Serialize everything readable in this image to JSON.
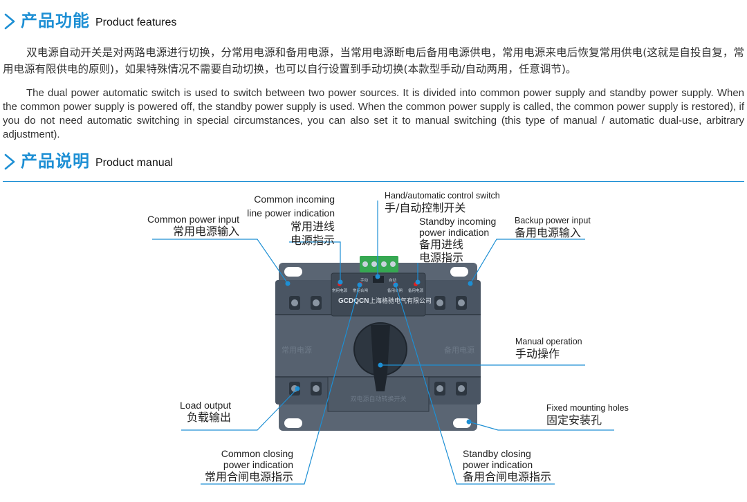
{
  "section1": {
    "title_cn": "产品功能",
    "title_en": "Product features"
  },
  "para_cn": "双电源自动开关是对两路电源进行切换，分常用电源和备用电源，当常用电源断电后备用电源供电，常用电源来电后恢复常用供电(这就是自投自复，常用电源有限供电的原则)，如果特殊情况不需要自动切换，也可以自行设置到手动切换(本款型手动/自动两用，任意调节)。",
  "para_en": "The dual power automatic switch is used to switch between two power sources. It is divided into common power supply and standby power supply. When the common power supply is powered off, the standby power supply is used. When the common power supply is called, the common power supply is restored), if you do not need automatic switching in special circumstances, you can also set it to manual switching (this type of manual / automatic dual-use, arbitrary adjustment).",
  "section2": {
    "title_cn": "产品说明",
    "title_en": "Product manual"
  },
  "labels": {
    "common_input": {
      "en": "Common power input",
      "cn": "常用电源输入"
    },
    "common_incoming": {
      "en1": "Common incoming",
      "en2": "line power indication",
      "cn1": "常用进线",
      "cn2": "电源指示"
    },
    "hand_auto": {
      "en": "Hand/automatic control switch",
      "cn": "手/自动控制开关"
    },
    "standby_incoming": {
      "en1": "Standby incoming",
      "en2": "power indication",
      "cn1": "备用进线",
      "cn2": "电源指示"
    },
    "backup_input": {
      "en": "Backup power input",
      "cn": "备用电源输入"
    },
    "manual_op": {
      "en": "Manual operation",
      "cn": "手动操作"
    },
    "load_output": {
      "en": "Load output",
      "cn": "负载输出"
    },
    "fixed_holes": {
      "en": "Fixed mounting holes",
      "cn": "固定安装孔"
    },
    "common_closing": {
      "en1": "Common closing",
      "en2": "power indication",
      "cn": "常用合闸电源指示"
    },
    "standby_closing": {
      "en1": "Standby closing",
      "en2": "power indication",
      "cn": "备用合闸电源指示"
    }
  },
  "device": {
    "brand": "GCDQCN",
    "company": "上海格驰电气有限公司",
    "left_panel": "常用电源",
    "right_panel": "备用电源",
    "bottom_plate": "双电源自动转换开关",
    "led1": "常用电源",
    "led2": "常用合闸",
    "led3": "备用合闸",
    "led4": "备用电源",
    "sw_left": "手动",
    "sw_right": "自动"
  },
  "colors": {
    "accent": "#1d8fd4",
    "device": "#4a5563",
    "device_dark": "#2d3640",
    "terminal_green": "#36a852",
    "led_red": "#e02020"
  }
}
